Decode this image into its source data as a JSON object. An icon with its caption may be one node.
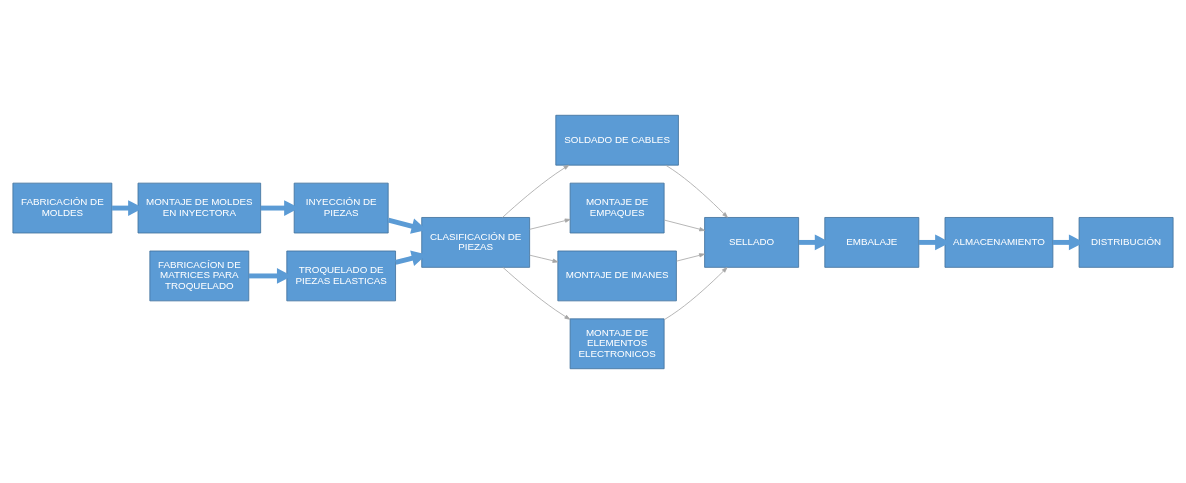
{
  "diagram": {
    "nodes": [
      {
        "text": [
          "FABRICACIÓN DE MOLDES"
        ]
      },
      {
        "text": [
          "MONTAJE DE MOLDES EN INYECTORA"
        ]
      },
      {
        "text": [
          "INYECCIÓN DE PIEZAS"
        ]
      },
      {
        "text": [
          "FABRICACÍON DE MATRICES PARA TROQUELADO"
        ]
      },
      {
        "text": [
          "TROQUELADO DE PIEZAS ELASTICAS"
        ]
      },
      {
        "text": [
          "CLASIFICACIÓN DE PIEZAS"
        ]
      },
      {
        "text": [
          "SOLDADO DE CABLES"
        ]
      },
      {
        "text": [
          "MONTAJE DE EMPAQUES"
        ]
      },
      {
        "text": [
          "MONTAJE DE IMANES"
        ]
      },
      {
        "text": [
          "MONTAJE DE ELEMENTOS ELECTRONICOS"
        ]
      },
      {
        "text": [
          "SELLADO"
        ]
      },
      {
        "text": [
          "EMBALAJE"
        ]
      },
      {
        "text": [
          "ALMACENAMIENTO"
        ]
      },
      {
        "text": [
          "DISTRIBUCIÓN"
        ]
      }
    ],
    "edges": [
      {
        "from": 0,
        "to": 1,
        "arrow": "to",
        "style": "thick",
        "color": "#5b9bd5"
      },
      {
        "from": 1,
        "to": 2,
        "arrow": "to",
        "style": "thick",
        "color": "#5b9bd5"
      },
      {
        "from": 3,
        "to": 4,
        "arrow": "to",
        "style": "thick",
        "color": "#5b9bd5"
      },
      {
        "from": 4,
        "to": 5,
        "arrow": "to",
        "style": "thick",
        "color": "#5b9bd5"
      },
      {
        "from": 2,
        "to": 5,
        "arrow": "to",
        "style": "thick",
        "color": "#5b9bd5"
      },
      {
        "from": 5,
        "to": 6,
        "arrow": "to"
      },
      {
        "from": 5,
        "to": 7,
        "arrow": "to"
      },
      {
        "from": 5,
        "to": 8,
        "arrow": "to"
      },
      {
        "from": 5,
        "to": 9,
        "arrow": "to"
      },
      {
        "from": 6,
        "to": 10,
        "arrow": "to"
      },
      {
        "from": 7,
        "to": 10,
        "arrow": "to"
      },
      {
        "from": 8,
        "to": 10,
        "arrow": "to"
      },
      {
        "from": 9,
        "to": 10,
        "arrow": "to"
      },
      {
        "from": 10,
        "to": 11,
        "arrow": "to",
        "style": "thick",
        "color": "#5b9bd5"
      },
      {
        "from": 11,
        "to": 12,
        "arrow": "to",
        "style": "thick",
        "color": "#5b9bd5"
      },
      {
        "from": 12,
        "to": 13,
        "arrow": "to",
        "style": "thick",
        "color": "#5b9bd5"
      }
    ]
  }
}
